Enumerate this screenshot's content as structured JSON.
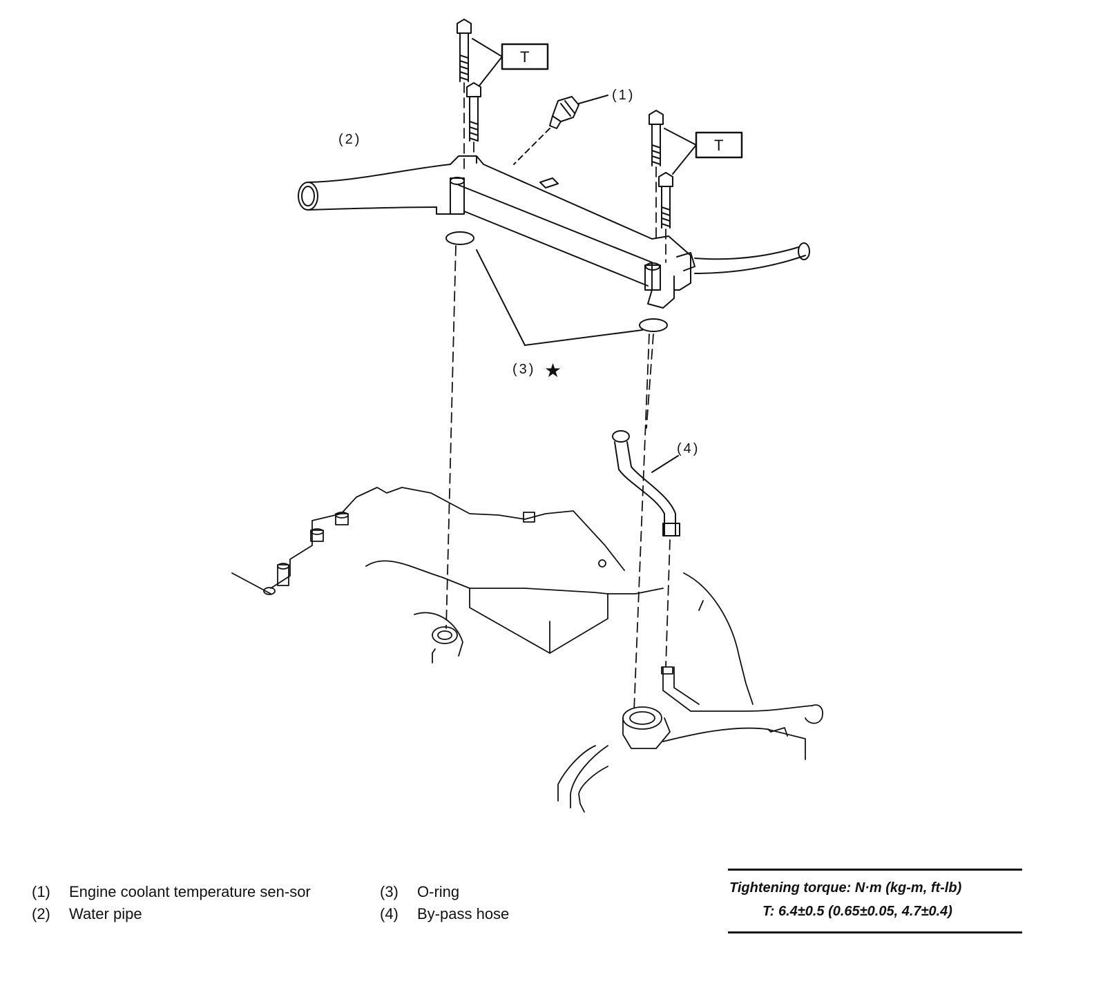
{
  "callouts": {
    "c1": "(1)",
    "c2": "(2)",
    "c3": "(3)",
    "c4": "(4)",
    "star": "★",
    "torque_tag_left": "T",
    "torque_tag_right": "T"
  },
  "legend": {
    "items": [
      {
        "num": "(1)",
        "text": "Engine coolant temperature sen-sor"
      },
      {
        "num": "(2)",
        "text": "Water pipe"
      },
      {
        "num": "(3)",
        "text": "O-ring"
      },
      {
        "num": "(4)",
        "text": "By-pass hose"
      }
    ]
  },
  "torque": {
    "title": "Tightening torque: N·m (kg-m, ft-lb)",
    "value": "T: 6.4±0.5 (0.65±0.05, 4.7±0.4)"
  }
}
